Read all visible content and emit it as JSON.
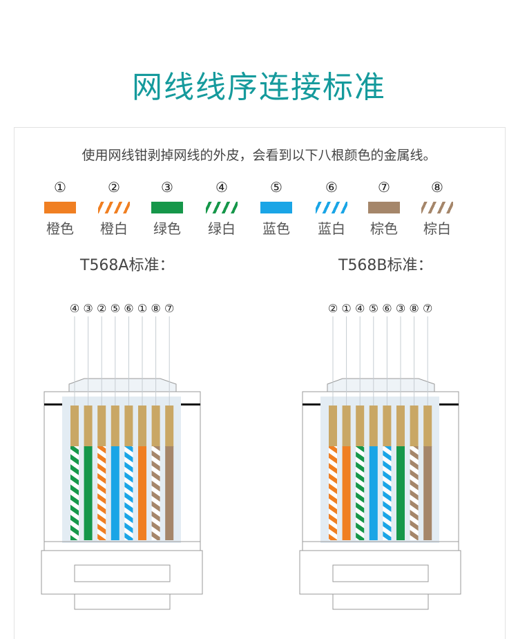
{
  "title": "网线线序连接标准",
  "subtitle": "使用网线钳剥掉网线的外皮，会看到以下八根颜色的金属线。",
  "legend": [
    {
      "num": "①",
      "label": "橙色",
      "color": "#f07f22",
      "striped": false
    },
    {
      "num": "②",
      "label": "橙白",
      "color": "#f07f22",
      "striped": true
    },
    {
      "num": "③",
      "label": "绿色",
      "color": "#16974a",
      "striped": false
    },
    {
      "num": "④",
      "label": "绿白",
      "color": "#16974a",
      "striped": true
    },
    {
      "num": "⑤",
      "label": "蓝色",
      "color": "#1aa5e6",
      "striped": false
    },
    {
      "num": "⑥",
      "label": "蓝白",
      "color": "#1aa5e6",
      "striped": true
    },
    {
      "num": "⑦",
      "label": "棕色",
      "color": "#a5866a",
      "striped": false
    },
    {
      "num": "⑧",
      "label": "棕白",
      "color": "#a5866a",
      "striped": true
    }
  ],
  "standards": [
    {
      "title": "T568A标准：",
      "order": [
        4,
        3,
        2,
        5,
        6,
        1,
        8,
        7
      ]
    },
    {
      "title": "T568B标准：",
      "order": [
        2,
        1,
        4,
        5,
        6,
        3,
        8,
        7
      ]
    }
  ]
}
